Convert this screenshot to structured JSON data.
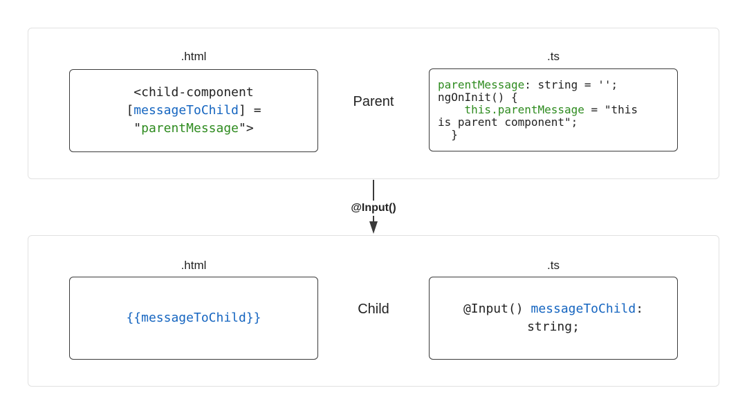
{
  "parent": {
    "html_label": ".html",
    "ts_label": ".ts",
    "role": "Parent",
    "html_code": {
      "line1": "<child-component",
      "open_bracket": "[",
      "binding": "messageToChild",
      "close_bracket_eq": "] =",
      "quote_open": "\"",
      "value": "parentMessage",
      "quote_close": "\">"
    },
    "ts_code": {
      "prop": "parentMessage",
      "prop_rest": ": string = '';",
      "line2": "ngOnInit() {",
      "indent": "    ",
      "assign": "this.parentMessage",
      "assign_rest": " = \"this",
      "line4": "is parent component\";",
      "line5": "  }"
    }
  },
  "connector": {
    "label": "@Input()"
  },
  "child": {
    "html_label": ".html",
    "ts_label": ".ts",
    "role": "Child",
    "html_code": {
      "interpolation": "{{messageToChild}}"
    },
    "ts_code": {
      "decorator": "@Input() ",
      "prop": "messageToChild",
      "colon": ":",
      "type": "string;"
    }
  },
  "colors": {
    "binding_blue": "#1565c0",
    "value_green": "#2e8b1f",
    "border": "#3a3a3a",
    "panel_border": "#e1e1e1"
  }
}
